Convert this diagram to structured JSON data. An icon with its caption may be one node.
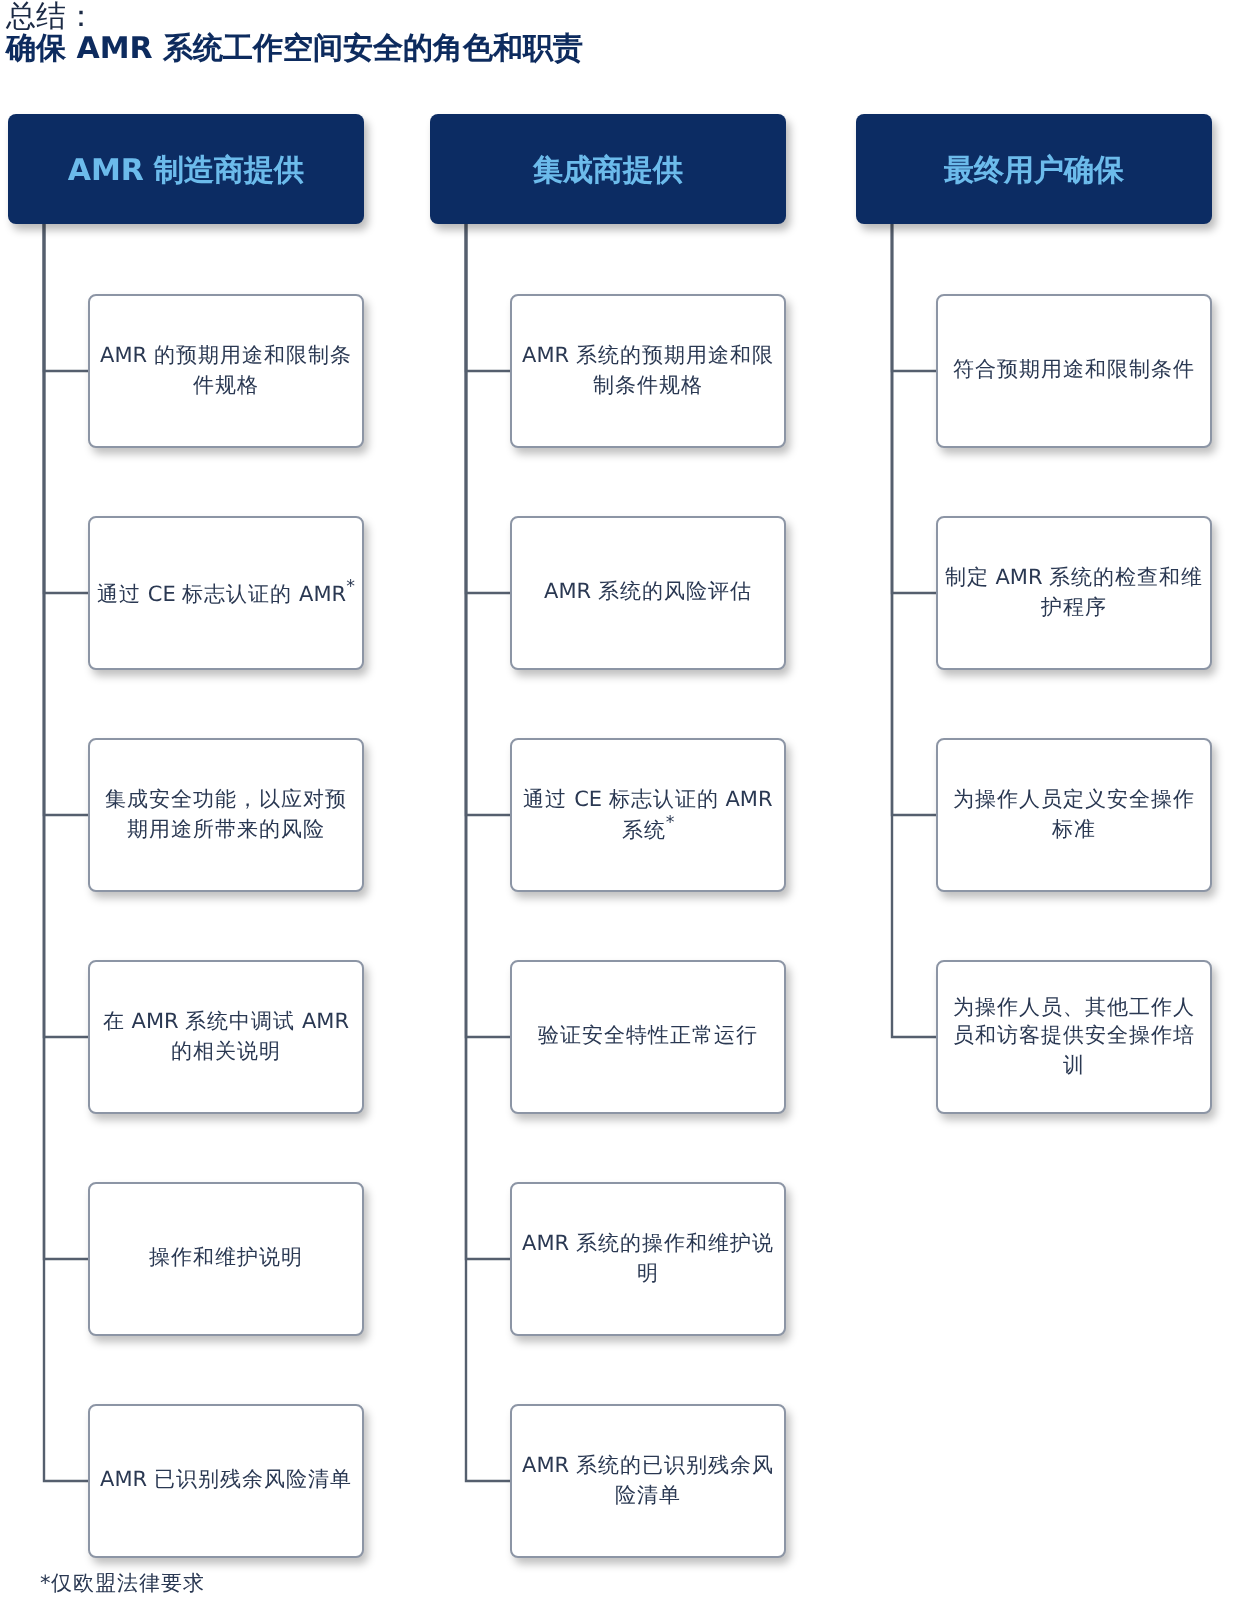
{
  "diagram": {
    "title": "确保 AMR 系统工作空间安全的角色和职责",
    "nodes": [
      {
        "text": [
          "AMR 制造商提供"
        ]
      },
      {
        "text": [
          "AMR 的预期用途和限制条件规格"
        ]
      },
      {
        "text": [
          "通过 CE 标志认证的 AMR$^{*}$"
        ]
      },
      {
        "text": [
          "集成安全功能，以应对预期用途所带来的风险"
        ]
      },
      {
        "text": [
          "在 AMR 系统中调试 AMR 的相关说明"
        ]
      },
      {
        "text": [
          "操作和维护说明"
        ]
      },
      {
        "text": [
          "AMR 已识别残余风险清单"
        ]
      },
      {
        "text": [
          "集成商提供"
        ]
      },
      {
        "text": [
          "AMR 系统的预期用途和限制条件规格"
        ]
      },
      {
        "text": [
          "AMR 系统的风险评估"
        ]
      },
      {
        "text": [
          "通过 CE 标志认证的 AMR 系统$^{*}$"
        ]
      },
      {
        "text": [
          "验证安全特性正常运行"
        ]
      },
      {
        "text": [
          "AMR 系统的操作和维护说明"
        ]
      },
      {
        "text": [
          "AMR 系统的已识别残余风险清单"
        ]
      },
      {
        "text": [
          "最终用户确保"
        ]
      },
      {
        "text": [
          "符合预期用途和限制条件"
        ]
      },
      {
        "text": [
          "制定 AMR 系统的检查和维护程序"
        ]
      },
      {
        "text": [
          "为操作人员定义安全操作标准"
        ]
      },
      {
        "text": [
          "为操作人员、其他工作人员和访客提供安全操作培训"
        ]
      }
    ],
    "edges": [
      {
        "from": 0,
        "to": 1,
        "arrow": "none"
      },
      {
        "from": 0,
        "to": 2,
        "arrow": "none"
      },
      {
        "from": 0,
        "to": 3,
        "arrow": "none"
      },
      {
        "from": 0,
        "to": 4,
        "arrow": "none"
      },
      {
        "from": 0,
        "to": 5,
        "arrow": "none"
      },
      {
        "from": 0,
        "to": 6,
        "arrow": "none"
      },
      {
        "from": 7,
        "to": 8,
        "arrow": "none"
      },
      {
        "from": 7,
        "to": 9,
        "arrow": "none"
      },
      {
        "from": 7,
        "to": 10,
        "arrow": "none"
      },
      {
        "from": 7,
        "to": 11,
        "arrow": "none"
      },
      {
        "from": 7,
        "to": 12,
        "arrow": "none"
      },
      {
        "from": 7,
        "to": 13,
        "arrow": "none"
      },
      {
        "from": 14,
        "to": 15,
        "arrow": "none"
      },
      {
        "from": 14,
        "to": 16,
        "arrow": "none"
      },
      {
        "from": 14,
        "to": 17,
        "arrow": "none"
      },
      {
        "from": 14,
        "to": 18,
        "arrow": "none"
      }
    ],
    "labels": [
      "总结：",
      "*仅欧盟法律要求"
    ]
  }
}
